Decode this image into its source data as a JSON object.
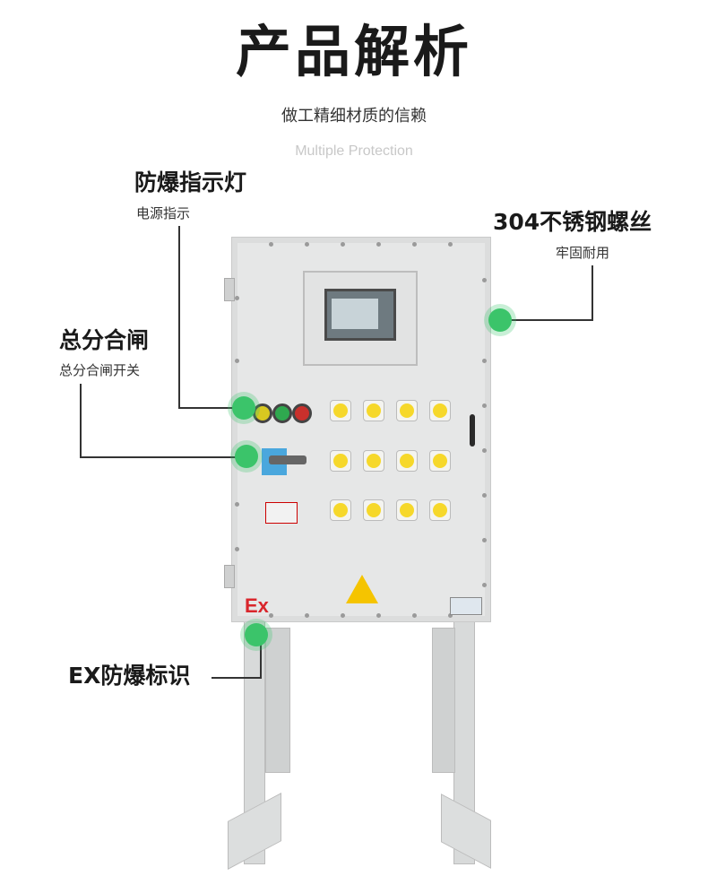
{
  "header": {
    "title": "产品解析",
    "subtitle": "做工精细材质的信赖",
    "subtitle_en": "Multiple Protection"
  },
  "callouts": {
    "indicator_light": {
      "title": "防爆指示灯",
      "desc": "电源指示"
    },
    "screws": {
      "title": "304不锈钢螺丝",
      "desc": "牢固耐用"
    },
    "main_switch": {
      "title": "总分合闸",
      "desc": "总分合闸开关"
    },
    "ex_mark": {
      "title": "EX防爆标识"
    }
  },
  "cabinet": {
    "ex_label": "Ex"
  },
  "colors": {
    "hotspot": "#3bc46a",
    "ex_red": "#d9262c",
    "knob_yellow": "#f6d82a",
    "switch_blue": "#4aa7dd"
  }
}
